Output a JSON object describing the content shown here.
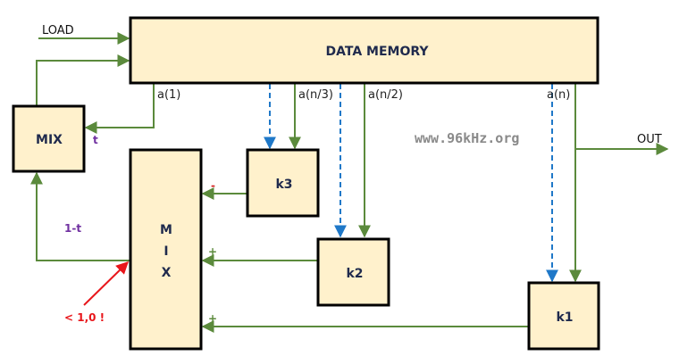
{
  "diagram": {
    "type": "block-diagram",
    "colors": {
      "box_fill": "#fff1cc",
      "box_stroke": "#000000",
      "signal_line": "#5b8a3c",
      "dashed_line": "#1f78c8",
      "warning": "#e8161b",
      "coefficient_label": "#7030a0",
      "sign_minus": "#d42020",
      "sign_plus": "#5b8a3c",
      "watermark": "#8a8a8a",
      "title_text": "#1f2a4d"
    },
    "blocks": {
      "data_memory": "DATA MEMORY",
      "mix_small": "MIX",
      "mix_big": [
        "M",
        "I",
        "X"
      ],
      "k3": "k3",
      "k2": "k2",
      "k1": "k1"
    },
    "io": {
      "load": "LOAD",
      "out": "OUT"
    },
    "taps": {
      "a1": "a(1)",
      "an3": "a(n/3)",
      "an2": "a(n/2)",
      "an": "a(n)"
    },
    "coefficients": {
      "t": "t",
      "one_minus_t": "1-t"
    },
    "signs": {
      "k3": "-",
      "k2": "+",
      "k1": "+"
    },
    "warning": "< 1,0 !",
    "watermark": "www.96kHz.org"
  }
}
